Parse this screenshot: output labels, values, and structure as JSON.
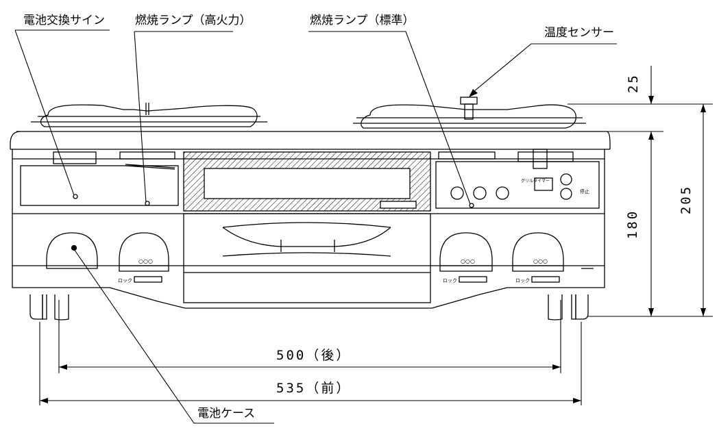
{
  "labels": {
    "battery_sign": "電池交換サイン",
    "lamp_high": "燃焼ランプ（高火力）",
    "lamp_std": "燃焼ランプ（標準）",
    "temp_sensor": "温度センサー",
    "battery_case": "電池ケース"
  },
  "dimensions": {
    "rear_width": "500（後）",
    "front_width": "535（前）",
    "top_height": "25",
    "body_height": "180",
    "total_height": "205"
  },
  "markings": {
    "lock": "ロック",
    "timer": "グリルタイマー",
    "stop": "停止",
    "dots": "○○○"
  },
  "colors": {
    "line": "#000000",
    "background": "#ffffff"
  }
}
